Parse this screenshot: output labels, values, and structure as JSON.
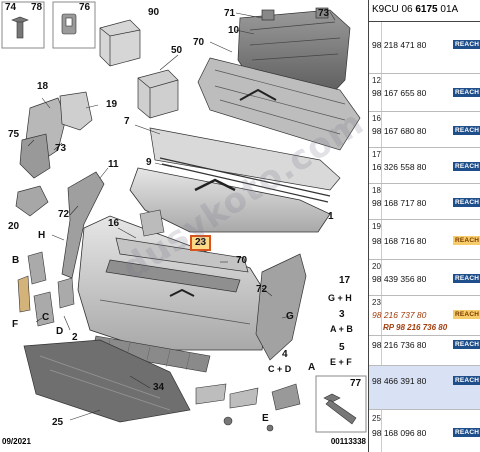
{
  "header": {
    "model_code": "K9CU",
    "sheet_a": "06",
    "sheet_b": "6175",
    "sheet_c": "01A"
  },
  "diagram": {
    "date": "09/2021",
    "reference": "00113338",
    "watermark": "dusykoto.com",
    "callouts": {
      "n74": "74",
      "n78": "78",
      "n76": "76",
      "n90": "90",
      "n71": "71",
      "n73a": "73",
      "n10": "10",
      "n70a": "70",
      "n50": "50",
      "n18": "18",
      "n19": "19",
      "n75": "75",
      "n73b": "73",
      "n7": "7",
      "n9": "9",
      "n11": "11",
      "n1": "1",
      "n72a": "72",
      "n20": "20",
      "n16": "16",
      "nH": "H",
      "n23": "23",
      "n70b": "70",
      "nB": "B",
      "n72b": "72",
      "n17": "17",
      "nGH": "G + H",
      "nF": "F",
      "nG": "G",
      "n3": "3",
      "nAB": "A + B",
      "nD": "D",
      "nC": "C",
      "n2": "2",
      "n5": "5",
      "nEF": "E + F",
      "n4": "4",
      "nCD": "C + D",
      "nA": "A",
      "nE": "E",
      "n34": "34",
      "n77": "77",
      "n25": "25"
    }
  },
  "parts_list": {
    "reach_label": "REACH",
    "rows": [
      {
        "ref": "",
        "part_number": "98 218 471 80",
        "highlight": false
      },
      {
        "ref": "12",
        "part_number": "98 167 655 80",
        "highlight": false
      },
      {
        "ref": "16",
        "part_number": "98 167 680 80",
        "highlight": false
      },
      {
        "ref": "17",
        "part_number": "16 326 558 80",
        "highlight": false
      },
      {
        "ref": "18",
        "part_number": "98 168 717 80",
        "highlight": false
      },
      {
        "ref": "19",
        "part_number": "98 168 716 80",
        "highlight": false
      },
      {
        "ref": "20",
        "part_number": "98 439 356 80",
        "highlight": false
      },
      {
        "ref": "23",
        "part_number": "98 216 737 80",
        "replacement": "RP 98 216 736 80",
        "highlight": true
      },
      {
        "ref": "",
        "part_number": "98 216 736 80",
        "highlight": false
      },
      {
        "ref": "",
        "part_number": "98 466 391 80",
        "highlight": false,
        "selected": true
      },
      {
        "ref": "25",
        "part_number": "",
        "highlight": false
      },
      {
        "ref": "",
        "part_number": "98 168 096 80",
        "highlight": false
      }
    ]
  },
  "colors": {
    "reach_badge": "#1f4f8b",
    "highlight_bg": "#fdd98a",
    "highlight_border": "#d9531e",
    "selected_row": "#d9e2f4"
  }
}
